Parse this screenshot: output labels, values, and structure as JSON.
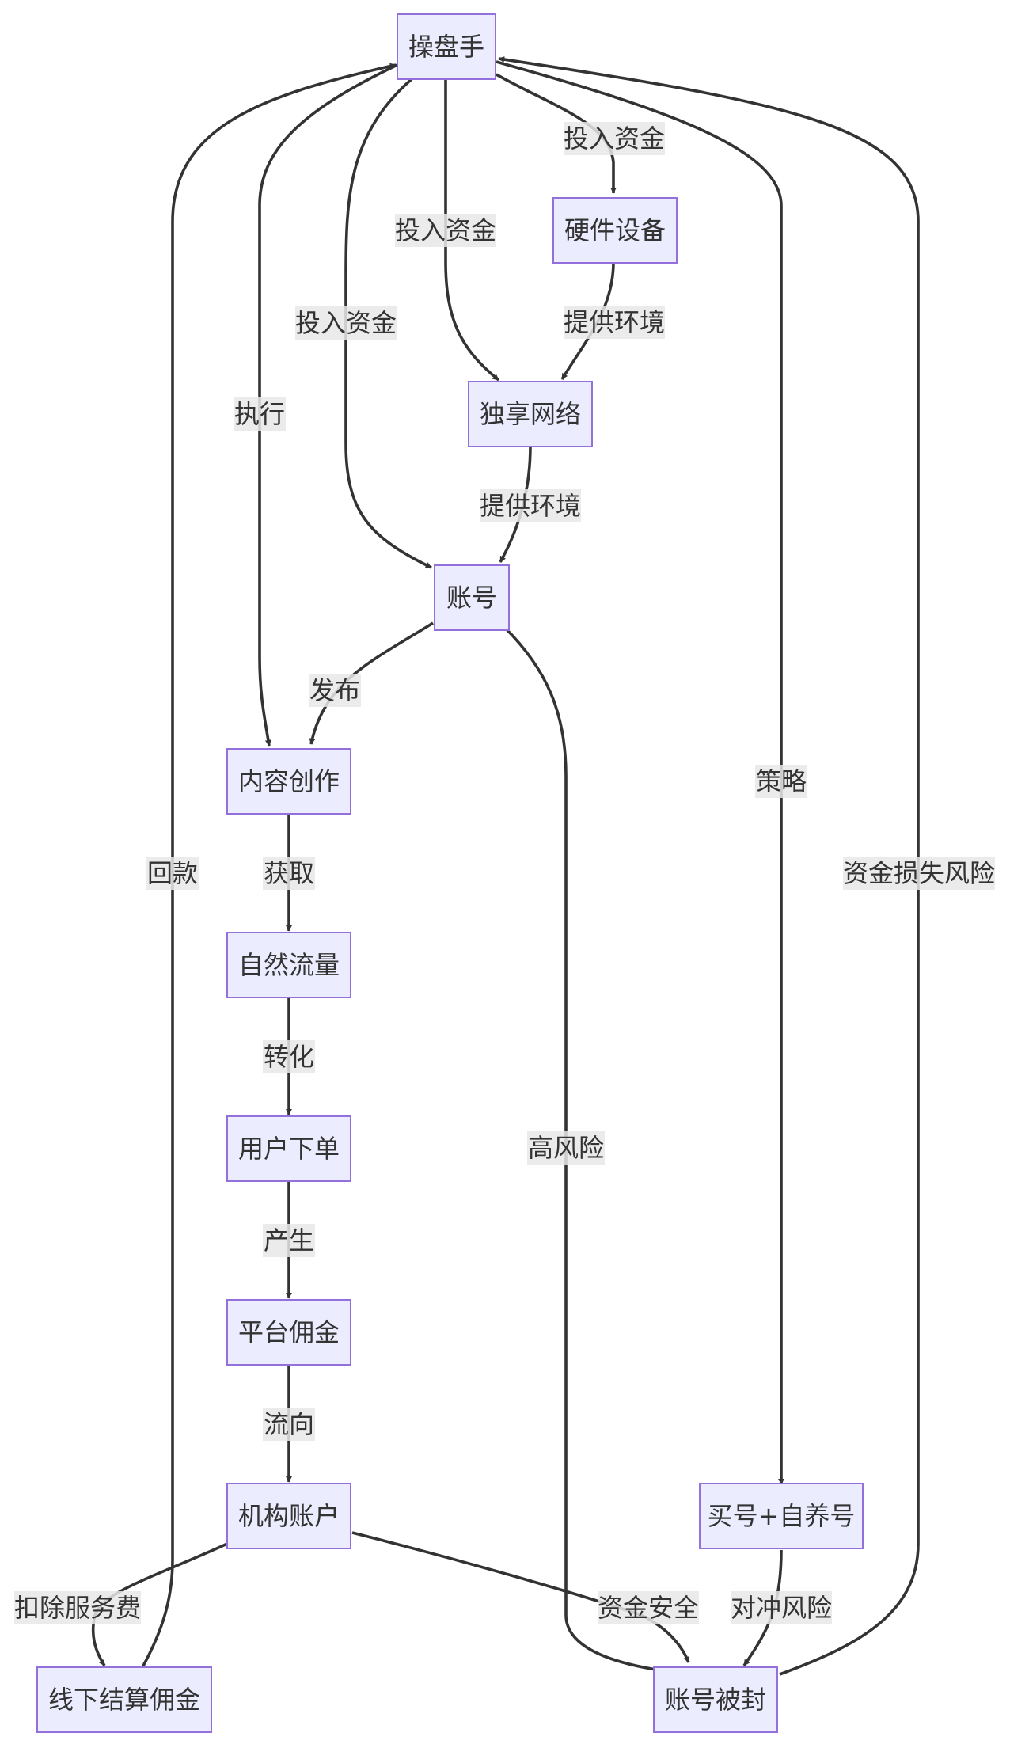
{
  "nodes": {
    "operator": "操盘手",
    "hardware": "硬件设备",
    "network": "独享网络",
    "account": "账号",
    "content": "内容创作",
    "traffic": "自然流量",
    "order": "用户下单",
    "commission": "平台佣金",
    "agency": "机构账户",
    "buy_account": "买号+自养号",
    "offline": "线下结算佣金",
    "banned": "账号被封"
  },
  "edges": {
    "op_hw": "投入资金",
    "op_net": "投入资金",
    "op_acc": "投入资金",
    "op_content": "执行",
    "hw_net": "提供环境",
    "net_acc": "提供环境",
    "acc_content": "发布",
    "acc_banned": "高风险",
    "content_traffic": "获取",
    "traffic_order": "转化",
    "order_commission": "产生",
    "commission_agency": "流向",
    "agency_offline": "扣除服务费",
    "agency_banned": "资金安全",
    "offline_op": "回款",
    "op_buy": "策略",
    "buy_banned": "对冲风险",
    "banned_op": "资金损失风险"
  }
}
